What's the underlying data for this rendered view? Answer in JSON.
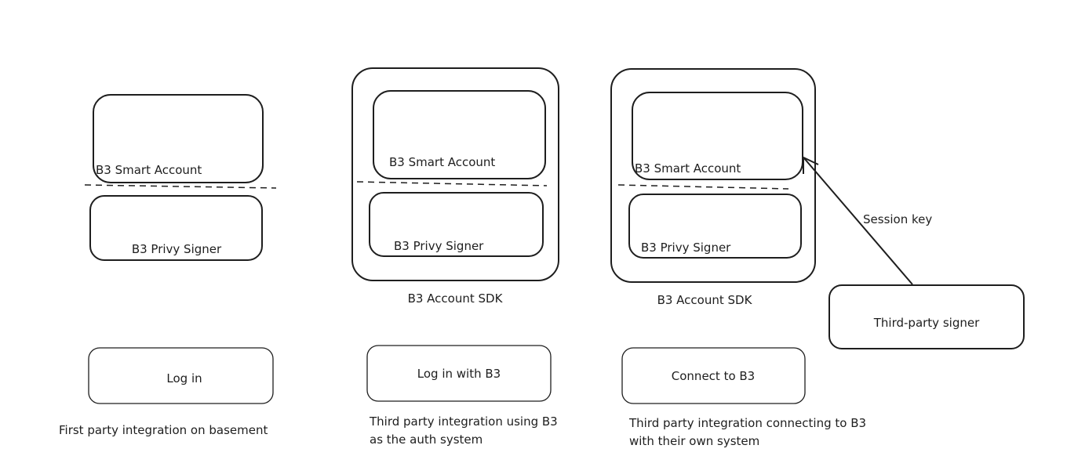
{
  "columns": [
    {
      "smart_account": "B3 Smart Account",
      "privy_signer": "B3 Privy Signer",
      "button": "Log in",
      "caption": [
        "First party integration on basement"
      ]
    },
    {
      "smart_account": "B3 Smart Account",
      "privy_signer": "B3 Privy Signer",
      "sdk_label": "B3 Account SDK",
      "button": "Log in with B3",
      "caption": [
        "Third party integration using B3",
        "as the auth system"
      ]
    },
    {
      "smart_account": "B3 Smart Account",
      "privy_signer": "B3 Privy Signer",
      "sdk_label": "B3 Account SDK",
      "button": "Connect to B3",
      "caption": [
        "Third party integration connecting to B3",
        "with their own system"
      ]
    }
  ],
  "third_party_signer": "Third-party signer",
  "arrow_label": "Session key",
  "colors": {
    "stroke": "#1e1e1e",
    "background": "#ffffff"
  }
}
